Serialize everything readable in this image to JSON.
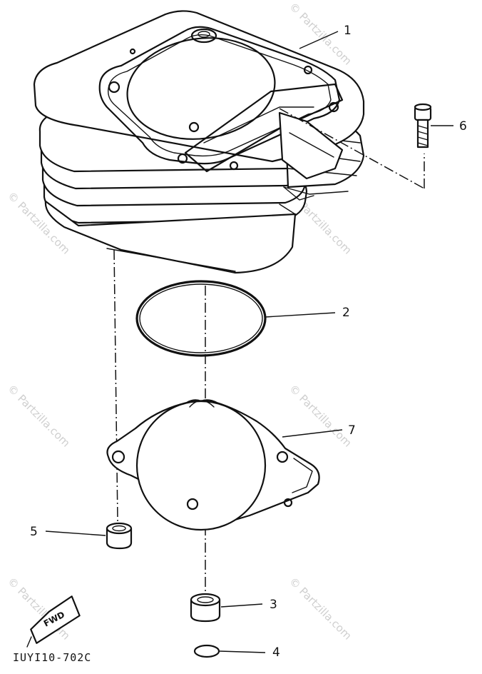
{
  "watermark": {
    "text": "© Partzilla.com"
  },
  "callouts": [
    {
      "id": "callout-1",
      "label": "1"
    },
    {
      "id": "callout-2",
      "label": "2"
    },
    {
      "id": "callout-3",
      "label": "3"
    },
    {
      "id": "callout-4",
      "label": "4"
    },
    {
      "id": "callout-5",
      "label": "5"
    },
    {
      "id": "callout-6",
      "label": "6"
    },
    {
      "id": "callout-7",
      "label": "7"
    }
  ],
  "fwd_label": "FWD",
  "drawing_number": "IUYI10-702C",
  "colors": {
    "ink": "#111111",
    "watermark": "#cfcfcf",
    "background": "#ffffff"
  }
}
